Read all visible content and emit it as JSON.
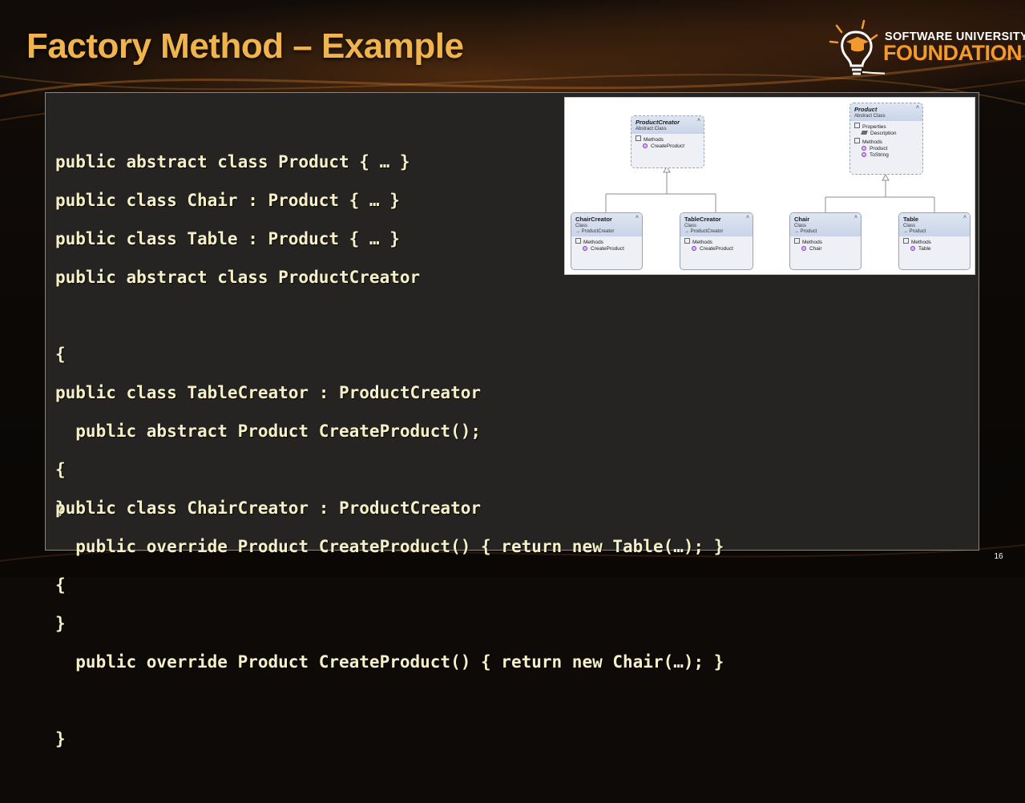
{
  "slide": {
    "title": "Factory Method – Example",
    "page_number": "16"
  },
  "logo": {
    "line1": "SOFTWARE UNIVERSITY",
    "line2": "FOUNDATION",
    "icon": "lightbulb-graduation-cap-icon",
    "accent_color": "#f29a2e"
  },
  "code": {
    "lines": [
      "public abstract class Product { … }",
      "public class Chair : Product { … }",
      "public class Table : Product { … }",
      "public abstract class ProductCreator",
      "{",
      "  public abstract Product CreateProduct();",
      "}",
      "public class TableCreator : ProductCreator",
      "{",
      "  public override Product CreateProduct() { return new Table(…); }",
      "}",
      "public class ChairCreator : ProductCreator",
      "{",
      "  public override Product CreateProduct() { return new Chair(…); }",
      "}"
    ]
  },
  "uml": {
    "product_creator": {
      "name": "ProductCreator",
      "kind": "Abstract Class",
      "section": "Methods",
      "member": "CreateProduct"
    },
    "product": {
      "name": "Product",
      "kind": "Abstract Class",
      "section_props": "Properties",
      "prop": "Description",
      "section_methods": "Methods",
      "members": [
        "Product",
        "ToString"
      ]
    },
    "chair_creator": {
      "name": "ChairCreator",
      "kind": "Class",
      "base": "ProductCreator",
      "section": "Methods",
      "member": "CreateProduct"
    },
    "table_creator": {
      "name": "TableCreator",
      "kind": "Class",
      "base": "ProductCreator",
      "section": "Methods",
      "member": "CreateProduct"
    },
    "chair": {
      "name": "Chair",
      "kind": "Class",
      "base": "Product",
      "section": "Methods",
      "member": "Chair"
    },
    "table": {
      "name": "Table",
      "kind": "Class",
      "base": "Product",
      "section": "Methods",
      "member": "Table"
    }
  }
}
